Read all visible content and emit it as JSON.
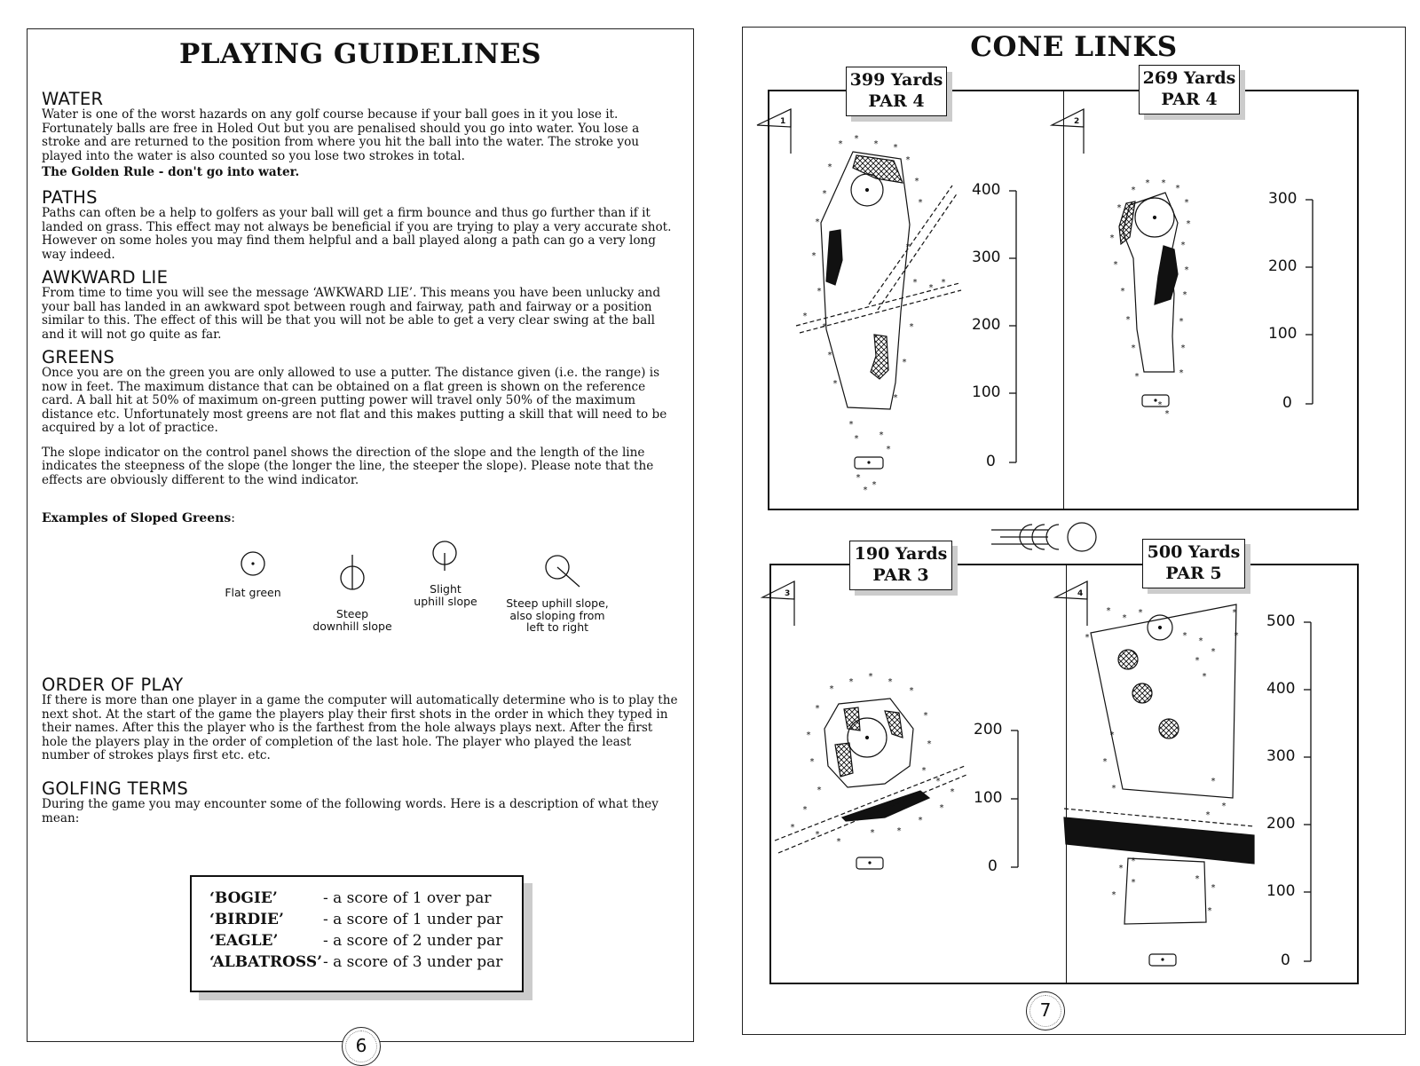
{
  "left_page": {
    "title": "PLAYING GUIDELINES",
    "sections": {
      "water": {
        "heading": "WATER",
        "body": "Water is one of the worst hazards on any golf course because if your ball goes in it you lose it. Fortunately balls are free in Holed Out but you are penalised should you go into water. You lose a stroke and are returned to the position from where you hit the ball into the water. The stroke you played into the water is also counted so you lose two strokes in total.",
        "rule": "The Golden Rule - don't go into water."
      },
      "paths": {
        "heading": "PATHS",
        "body": "Paths can often be a help to golfers as your ball will get a firm bounce and thus go further than if it landed on grass. This effect may not always be beneficial if you are trying to play a very accurate shot. However on some holes you may find them helpful and a ball played along a path can go a very long way indeed."
      },
      "awkward": {
        "heading": "AWKWARD LIE",
        "body": "From time to time you will see the message ‘AWKWARD LIE’. This means you have been unlucky and your ball has landed in an awkward spot between rough and fairway, path and fairway or a position similar to this. The effect of this will be that you will not be able to get a very clear swing at the ball and it will not go quite as far."
      },
      "greens": {
        "heading": "GREENS",
        "body": "Once you are on the green you are only allowed to use a putter. The distance given (i.e. the range) is now in feet. The maximum distance that can be obtained on a flat green is shown on the reference card. A ball hit at 50% of maximum on-green putting power will travel only 50% of the maximum distance etc. Unfortunately most greens are not flat and this makes putting a skill that will need to be acquired by a lot of practice.",
        "body2": "The slope indicator on the control panel shows the direction of the slope and the length of the line indicates the steepness of the slope (the longer the line, the steeper the slope). Please note that the effects are obviously different to the wind indicator."
      },
      "order": {
        "heading": "ORDER OF PLAY",
        "body": "If there is more than one player in a game the computer will automatically determine who is to play the next shot. At the start of the game the players play their first shots in the order in which they typed in their names. After this the player who is the farthest from the hole always plays next. After the first hole the players play in the order of completion of the last hole. The player who played the least number of strokes plays first etc. etc."
      },
      "terms": {
        "heading": "GOLFING TERMS",
        "body": "During the game you may encounter some of the following words. Here is a description of what they mean:"
      }
    },
    "examples_label": "Examples of Sloped Greens",
    "examples_colon": ":",
    "slope_examples": {
      "flat": "Flat green",
      "steep_down_1": "Steep",
      "steep_down_2": "downhill slope",
      "slight_up_1": "Slight",
      "slight_up_2": "uphill slope",
      "steep_up_1": "Steep uphill slope,",
      "steep_up_2": "also sloping from",
      "steep_up_3": "left to right"
    },
    "golf_terms": [
      {
        "term": "‘BOGIE’",
        "meaning": "- a score of 1 over par"
      },
      {
        "term": "‘BIRDIE’",
        "meaning": "- a score of 1 under par"
      },
      {
        "term": "‘EAGLE’",
        "meaning": "- a score of 2 under par"
      },
      {
        "term": "‘ALBATROSS’",
        "meaning": "- a score of 3 under par"
      }
    ],
    "page_number": "6"
  },
  "right_page": {
    "title": "CONE LINKS",
    "holes": [
      {
        "number": "1",
        "yards": "399 Yards",
        "par": "PAR 4",
        "scale": [
          "400",
          "300",
          "200",
          "100",
          "0"
        ]
      },
      {
        "number": "2",
        "yards": "269 Yards",
        "par": "PAR 4",
        "scale": [
          "300",
          "200",
          "100",
          "0"
        ]
      },
      {
        "number": "3",
        "yards": "190 Yards",
        "par": "PAR 3",
        "scale": [
          "200",
          "100",
          "0"
        ]
      },
      {
        "number": "4",
        "yards": "500 Yards",
        "par": "PAR 5",
        "scale": [
          "500",
          "400",
          "300",
          "200",
          "100",
          "0"
        ]
      }
    ],
    "page_number": "7"
  }
}
